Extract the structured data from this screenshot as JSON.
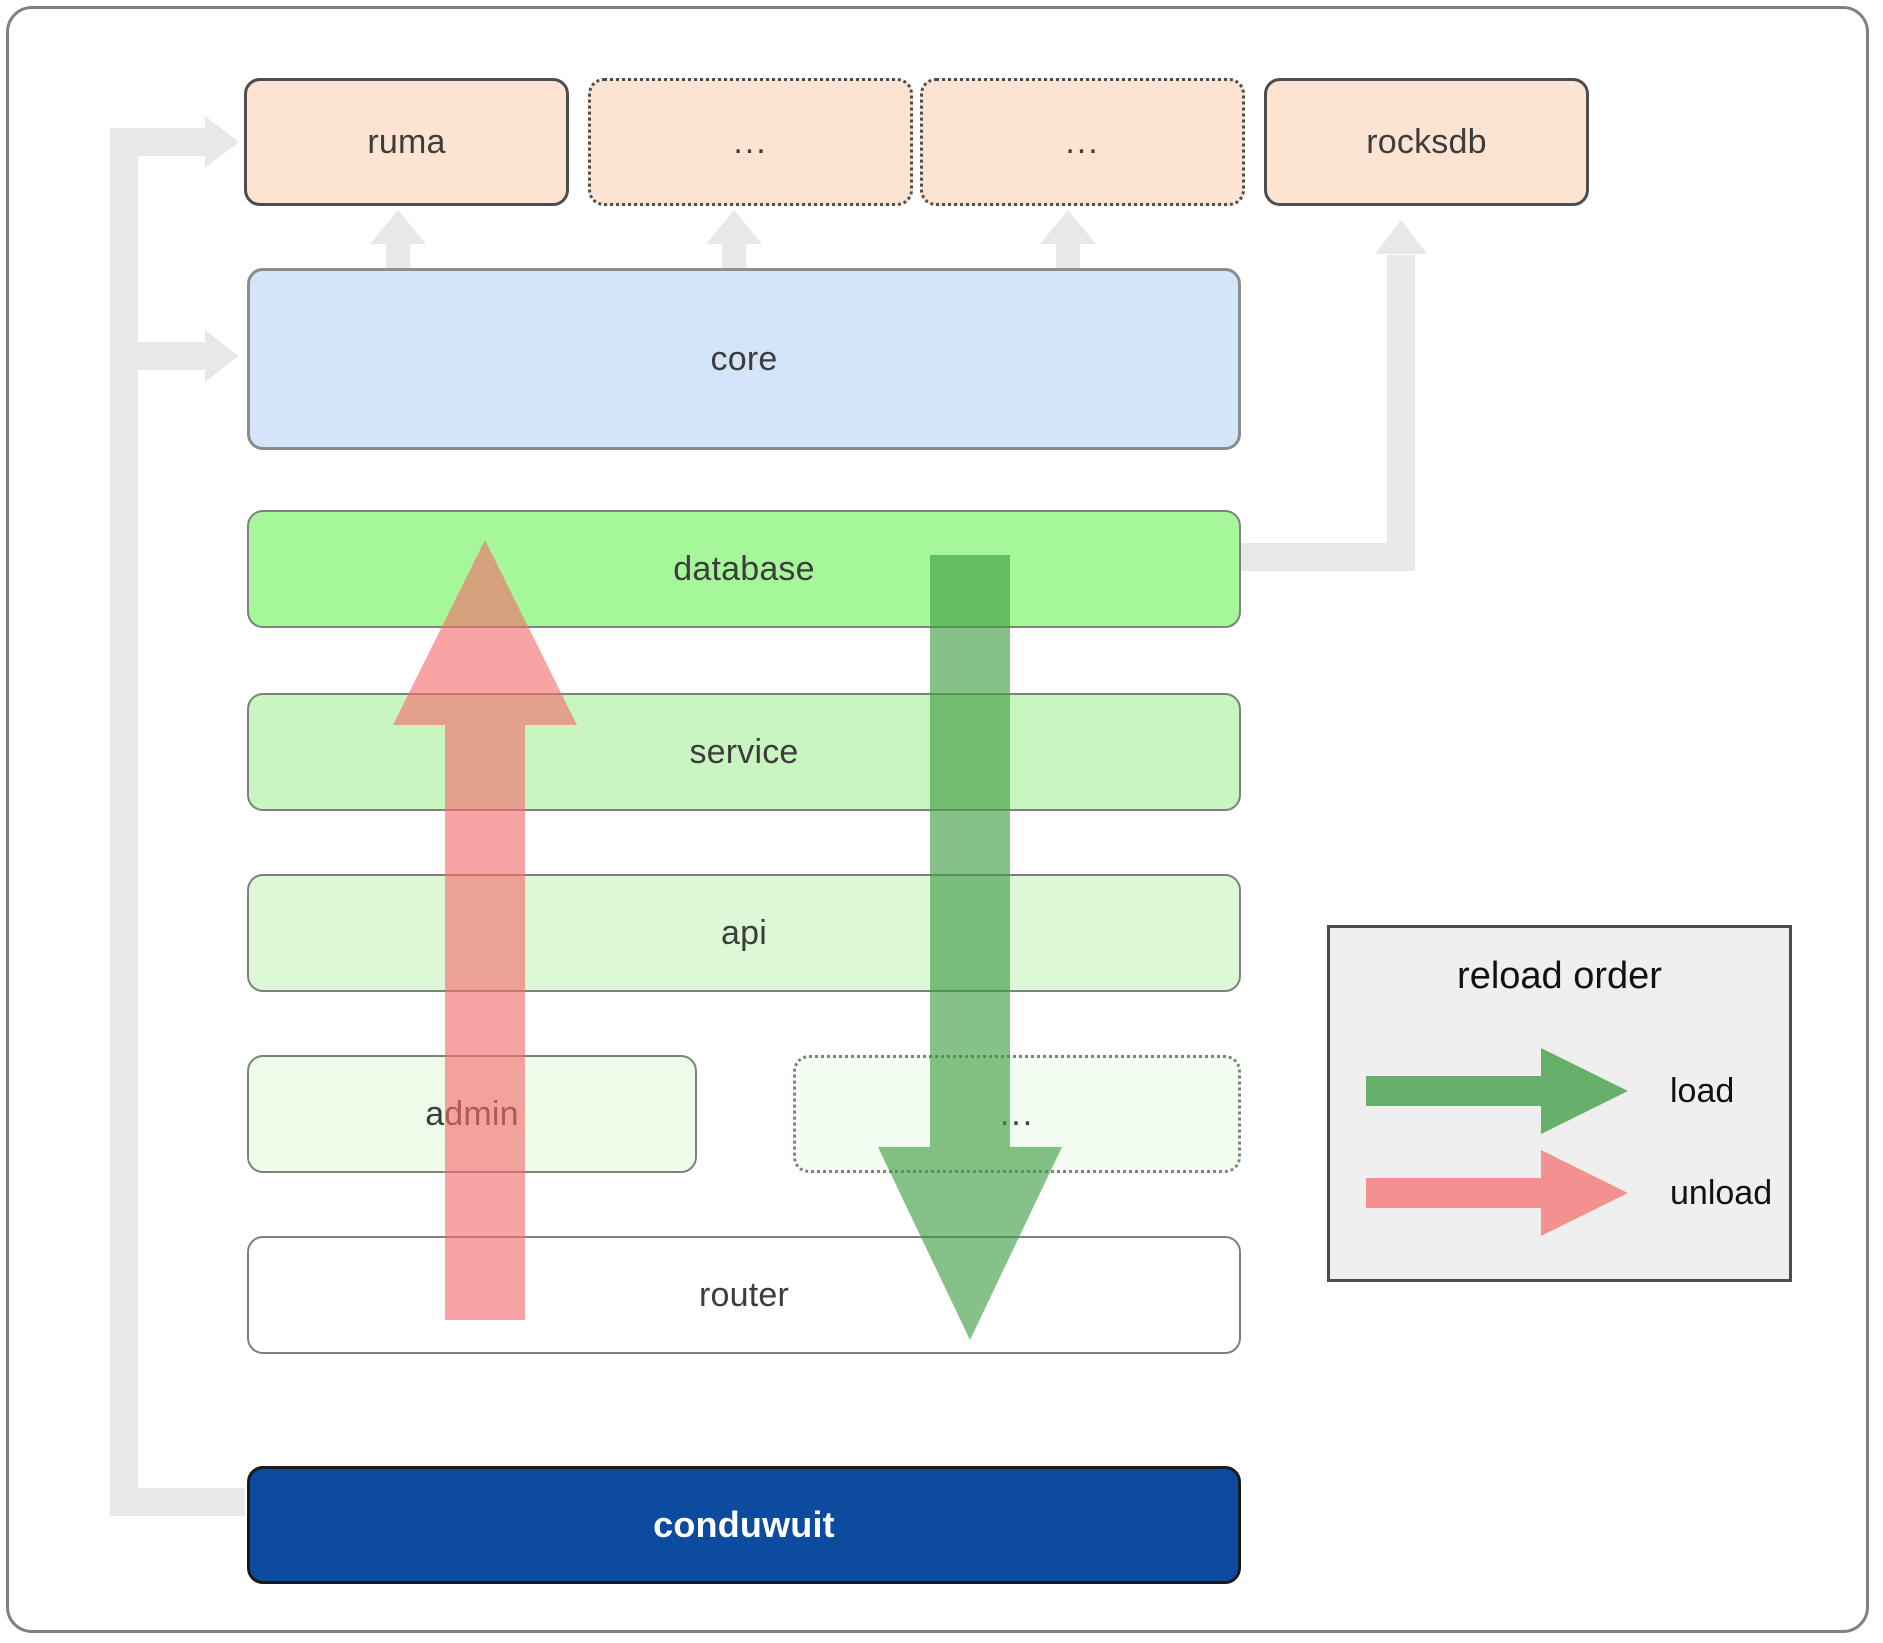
{
  "diagram": {
    "title": "conduwuit crate dependency / reload order diagram",
    "dependencies": [
      {
        "label": "ruma",
        "style": "solid"
      },
      {
        "label": "...",
        "style": "dotted"
      },
      {
        "label": "...",
        "style": "dotted"
      },
      {
        "label": "rocksdb",
        "style": "solid"
      }
    ],
    "core": {
      "label": "core"
    },
    "layers": [
      {
        "label": "database",
        "style": "solid"
      },
      {
        "label": "service",
        "style": "solid"
      },
      {
        "label": "api",
        "style": "solid"
      }
    ],
    "admin_row": [
      {
        "label": "admin",
        "style": "solid"
      },
      {
        "label": "...",
        "style": "dotted"
      }
    ],
    "router": {
      "label": "router"
    },
    "brand": {
      "label": "conduwuit"
    }
  },
  "legend": {
    "title": "reload order",
    "entries": [
      {
        "label": "load",
        "color": "#54a858",
        "direction": "down"
      },
      {
        "label": "unload",
        "color": "#f98a8a",
        "direction": "up"
      }
    ]
  },
  "colors": {
    "dependency_fill": "#fde3d2",
    "core_fill": "#d4e5fa",
    "database_fill": "#a5f79a",
    "service_fill": "#c9f5c0",
    "api_fill": "#ddf8d6",
    "admin_fill": "#ecfce8",
    "router_fill": "#ffffff",
    "brand_fill": "#0c4b9e",
    "connector": "#e8e8e8",
    "load_arrow": "#54a858",
    "unload_arrow": "#f98a8a"
  }
}
